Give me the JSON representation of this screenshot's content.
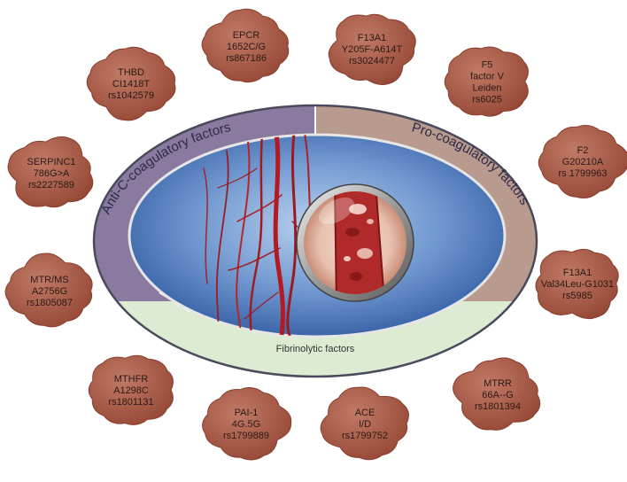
{
  "diagram": {
    "segments": {
      "anti": "Anti-C-coagulatory factors",
      "pro": "Pro-coagulatory factors",
      "fibrinolytic": "Fibrinolytic factors"
    },
    "colors": {
      "anti": "#8b7aa0",
      "pro": "#b89a8f",
      "fibrinolytic": "#dcebd2",
      "blob": "#a65a48",
      "inner": "#5a86c4",
      "vessel": "#b31a22"
    },
    "factors": [
      {
        "id": "thbd",
        "lines": [
          "THBD",
          "CI1418T",
          "rs1042579"
        ]
      },
      {
        "id": "epcr",
        "lines": [
          "EPCR",
          "1652C/G",
          "rs867186"
        ]
      },
      {
        "id": "f13a1-y205f",
        "lines": [
          "F13A1",
          "Y205F-A614T",
          "rs3024477"
        ]
      },
      {
        "id": "f5",
        "lines": [
          "F5",
          "factor V",
          "Leiden",
          "rs6025"
        ]
      },
      {
        "id": "serpinc1",
        "lines": [
          "SERPINC1",
          "786G>A",
          "rs2227589"
        ]
      },
      {
        "id": "f2",
        "lines": [
          "F2",
          "G20210A",
          "rs 1799963"
        ]
      },
      {
        "id": "mtr-ms",
        "lines": [
          "MTR/MS",
          "A2756G",
          "rs1805087"
        ]
      },
      {
        "id": "f13a1-val34leu",
        "lines": [
          "F13A1",
          "Val34Leu-G1031",
          "rs5985"
        ]
      },
      {
        "id": "mthfr",
        "lines": [
          "MTHFR",
          "A1298C",
          "rs1801131"
        ]
      },
      {
        "id": "mtrr",
        "lines": [
          "MTRR",
          "66A--G",
          "rs1801394"
        ]
      },
      {
        "id": "pai-1",
        "lines": [
          "PAI-1",
          "4G.5G",
          "rs1799889"
        ]
      },
      {
        "id": "ace",
        "lines": [
          "ACE",
          "I/D",
          "rs1799752"
        ]
      }
    ]
  }
}
